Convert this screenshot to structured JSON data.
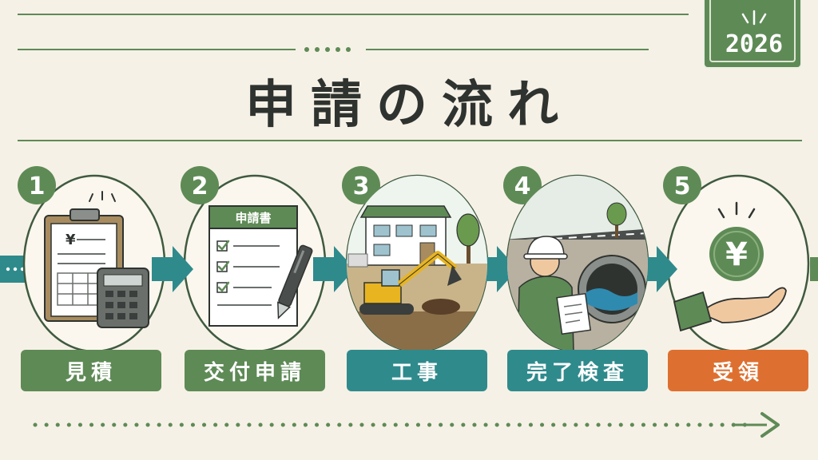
{
  "header": {
    "title": "申請の流れ",
    "year": "2026"
  },
  "colors": {
    "green": "#5e8a56",
    "teal": "#2f8a8c",
    "orange": "#dd7030",
    "dark": "#2f3330",
    "bg": "#f6f1e6"
  },
  "steps": [
    {
      "number": "1",
      "label": "見積",
      "icon": "clipboard-calculator-icon",
      "color": "#5e8a56"
    },
    {
      "number": "2",
      "label": "交付申請",
      "icon": "application-form-icon",
      "color": "#5e8a56",
      "form_title": "申請書"
    },
    {
      "number": "3",
      "label": "工事",
      "icon": "excavator-construction-icon",
      "color": "#2f8a8c"
    },
    {
      "number": "4",
      "label": "完了検査",
      "icon": "inspector-icon",
      "color": "#2f8a8c"
    },
    {
      "number": "5",
      "label": "受領",
      "icon": "yen-coin-hand-icon",
      "color": "#dd7030",
      "coin_symbol": "¥"
    }
  ]
}
